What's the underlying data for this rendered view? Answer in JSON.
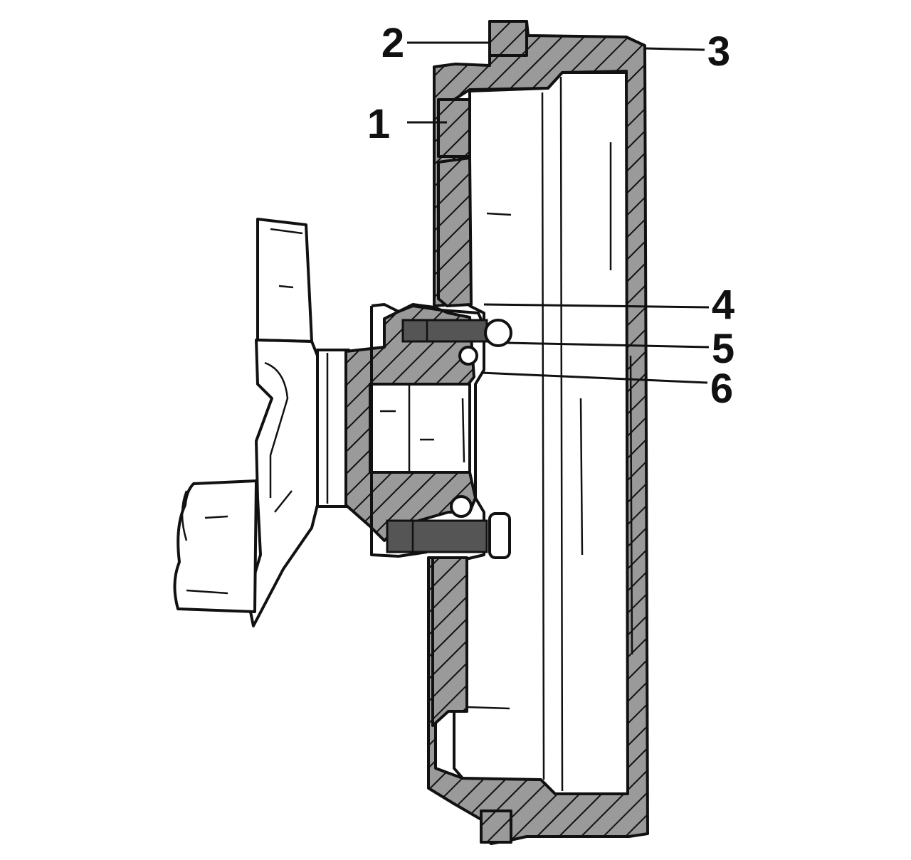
{
  "diagram": {
    "callouts": [
      {
        "id": "1",
        "text": "1"
      },
      {
        "id": "2",
        "text": "2"
      },
      {
        "id": "3",
        "text": "3"
      },
      {
        "id": "4",
        "text": "4"
      },
      {
        "id": "5",
        "text": "5"
      },
      {
        "id": "6",
        "text": "6"
      }
    ]
  },
  "colors": {
    "hatch_fill": "#9a9a9a",
    "hatch_line": "#111111",
    "line": "#111111",
    "background": "#ffffff"
  }
}
